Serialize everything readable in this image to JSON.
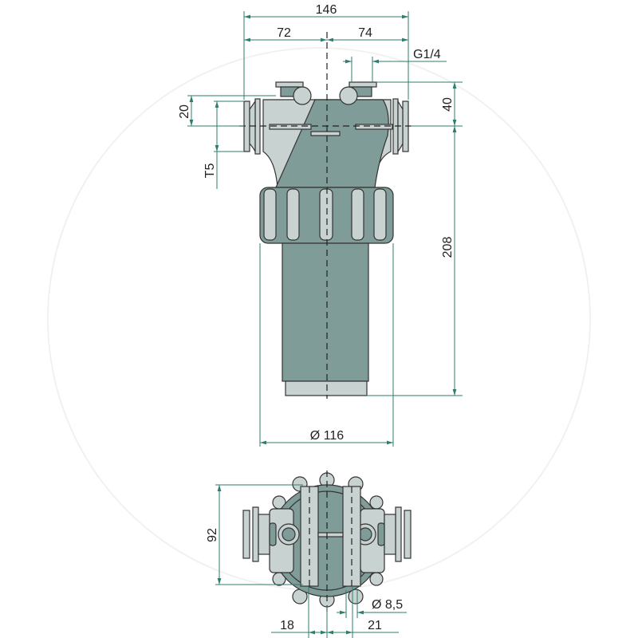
{
  "drawing": {
    "title": "Filter technical drawing",
    "dimensions": {
      "overall_width": "146",
      "left_width": "72",
      "right_width": "74",
      "gauge_port": "G1/4",
      "port_height": "40",
      "port_offset": "20",
      "thread": "T5",
      "body_height": "208",
      "diameter": "Ø 116",
      "bottom_height": "92",
      "hole_spacing_left": "18",
      "hole_spacing_right": "21",
      "hole_diameter": "Ø 8,5"
    },
    "colors": {
      "body_dark": "#7f9c98",
      "body_light": "#c8d2d0",
      "dimension_line": "#2f7d6d"
    }
  }
}
